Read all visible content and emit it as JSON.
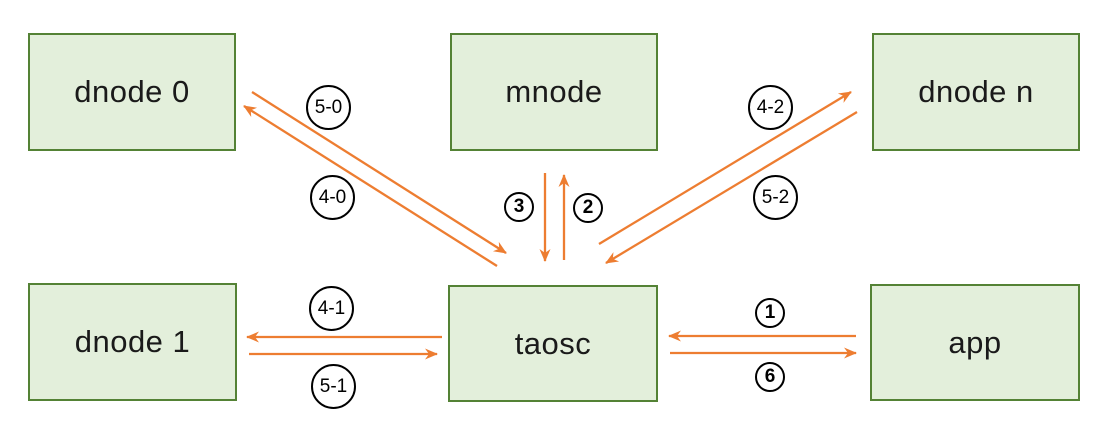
{
  "diagram": {
    "nodes": {
      "dnode0": {
        "label": "dnode 0"
      },
      "mnode": {
        "label": "mnode"
      },
      "dnoden": {
        "label": "dnode n"
      },
      "dnode1": {
        "label": "dnode 1"
      },
      "taosc": {
        "label": "taosc"
      },
      "app": {
        "label": "app"
      }
    },
    "edge_labels": {
      "e50": "5-0",
      "e40": "4-0",
      "e3": "3",
      "e2": "2",
      "e42": "4-2",
      "e52": "5-2",
      "e41": "4-1",
      "e51": "5-1",
      "e1": "1",
      "e6": "6"
    },
    "edges": [
      {
        "from": "dnode0",
        "to": "taosc",
        "label": "5-0"
      },
      {
        "from": "taosc",
        "to": "dnode0",
        "label": "4-0"
      },
      {
        "from": "mnode",
        "to": "taosc",
        "label": "3"
      },
      {
        "from": "taosc",
        "to": "mnode",
        "label": "2"
      },
      {
        "from": "taosc",
        "to": "dnoden",
        "label": "4-2"
      },
      {
        "from": "dnoden",
        "to": "taosc",
        "label": "5-2"
      },
      {
        "from": "taosc",
        "to": "dnode1",
        "label": "4-1"
      },
      {
        "from": "dnode1",
        "to": "taosc",
        "label": "5-1"
      },
      {
        "from": "app",
        "to": "taosc",
        "label": "1"
      },
      {
        "from": "taosc",
        "to": "app",
        "label": "6"
      }
    ],
    "colors": {
      "arrow": "#ED7D31",
      "box_fill": "#E3EFDB",
      "box_border": "#548235",
      "label_border": "#000000"
    }
  }
}
